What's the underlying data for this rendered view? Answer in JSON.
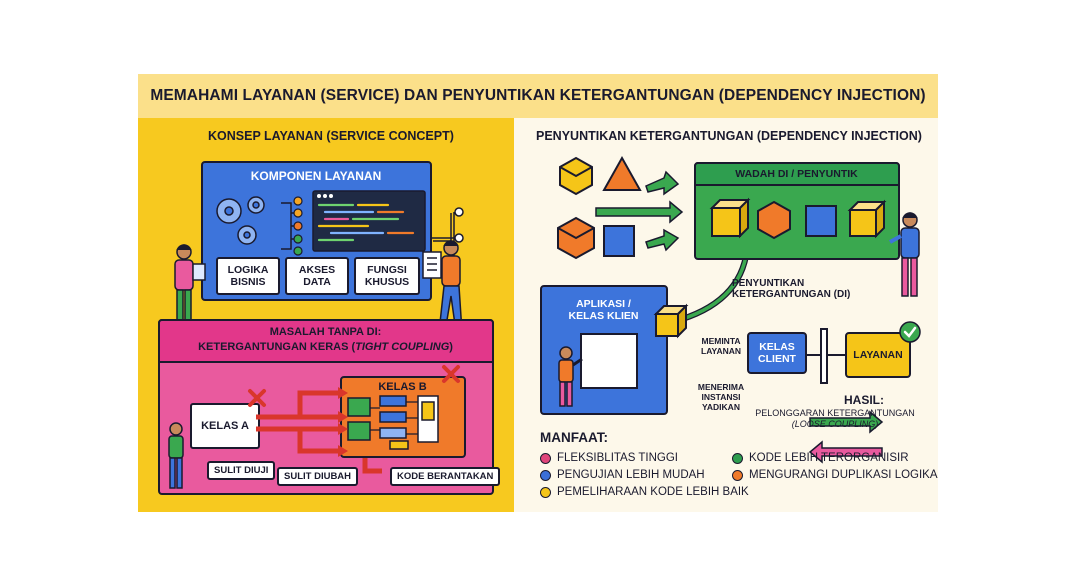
{
  "title": "MEMAHAMI LAYANAN (SERVICE) DAN PENYUNTIKAN KETERGANTUNGAN (DEPENDENCY INJECTION)",
  "left": {
    "title": "KONSEP LAYANAN (SERVICE CONCEPT)",
    "component_box": {
      "title": "KOMPONEN LAYANAN",
      "items": [
        "LOGIKA\nBISNIS",
        "AKSES\nDATA",
        "FUNGSI\nKHUSUS"
      ]
    },
    "problem": {
      "title_line1": "MASALAH TANPA DI:",
      "title_line2_prefix": "KETERGANTUNGAN KERAS (",
      "title_line2_italic": "TIGHT COUPLING",
      "title_line2_suffix": ")",
      "class_a": "KELAS A",
      "class_b": "KELAS B",
      "tags": [
        "SULIT DIUJI",
        "SULIT DIUBAH",
        "KODE BERANTAKAN"
      ]
    }
  },
  "right": {
    "title": "PENYUNTIKAN KETERGANTUNGAN (DEPENDENCY INJECTION)",
    "container": "WADAH DI / PENYUNTIK",
    "app": "APLIKASI /\nKELAS KLIEN",
    "inject_label": "PENYUNTIKAN\nKETERGANTUNGAN (DI)",
    "request": "MEMINTA\nLAYANAN",
    "receive": "MENERIMA\nINSTANSI\nYADIKAN",
    "client": "KELAS\nCLIENT",
    "service": "LAYANAN",
    "result_title": "HASIL:",
    "result_line1": "PELONGGARAN KETERGANTUNGAN",
    "result_line2": "(LOOSE COUPLING)",
    "benefits_title": "MANFAAT:",
    "benefits": [
      {
        "text": "FLEKSIBLITAS TINGGI",
        "color": "#e0457b"
      },
      {
        "text": "KODE LEBIH TERORGANISIR",
        "color": "#2e9e4f"
      },
      {
        "text": "PENGUJIAN LEBIH MUDAH",
        "color": "#3b6fd8"
      },
      {
        "text": "MENGURANGI DUPLIKASI LOGIKA",
        "color": "#f07a2a"
      },
      {
        "text": "PEMELIHARAAN KODE LEBIH BAIK",
        "color": "#f5c518"
      }
    ]
  },
  "colors": {
    "yellow": "#f7c91f",
    "blue": "#3b6fd8",
    "pink": "#e95a9e",
    "green": "#3aa84f",
    "orange": "#f07a2a",
    "red": "#d9362b"
  }
}
